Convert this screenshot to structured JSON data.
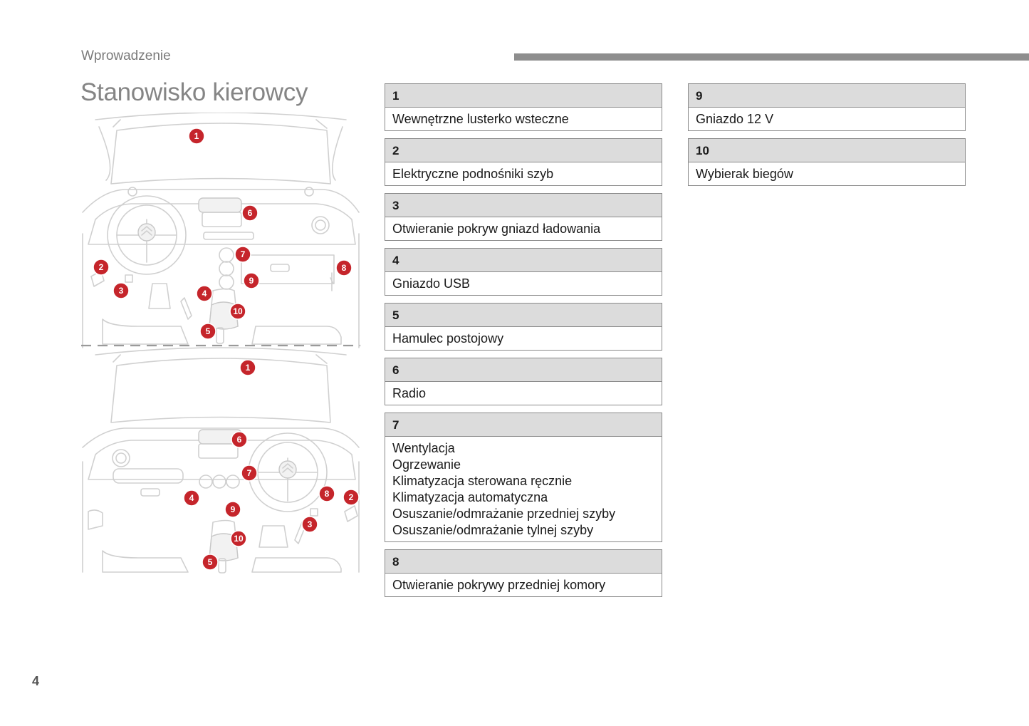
{
  "header": {
    "section": "Wprowadzenie",
    "title": "Stanowisko kierowcy"
  },
  "illustration": {
    "markers_lhd": [
      "1",
      "2",
      "3",
      "4",
      "5",
      "6",
      "7",
      "8",
      "9",
      "10"
    ],
    "markers_rhd": [
      "1",
      "2",
      "3",
      "4",
      "5",
      "6",
      "7",
      "8",
      "9",
      "10"
    ]
  },
  "items_left": [
    {
      "number": "1",
      "lines": [
        "Wewnętrzne lusterko wsteczne"
      ]
    },
    {
      "number": "2",
      "lines": [
        "Elektryczne podnośniki szyb"
      ]
    },
    {
      "number": "3",
      "lines": [
        "Otwieranie pokryw gniazd ładowania"
      ]
    },
    {
      "number": "4",
      "lines": [
        "Gniazdo USB"
      ]
    },
    {
      "number": "5",
      "lines": [
        "Hamulec postojowy"
      ]
    },
    {
      "number": "6",
      "lines": [
        "Radio"
      ]
    },
    {
      "number": "7",
      "lines": [
        "Wentylacja",
        "Ogrzewanie",
        "Klimatyzacja sterowana ręcznie",
        "Klimatyzacja automatyczna",
        "Osuszanie/odmrażanie przedniej szyby",
        "Osuszanie/odmrażanie tylnej szyby"
      ]
    },
    {
      "number": "8",
      "lines": [
        "Otwieranie pokrywy przedniej komory"
      ]
    }
  ],
  "items_right": [
    {
      "number": "9",
      "lines": [
        "Gniazdo 12 V"
      ]
    },
    {
      "number": "10",
      "lines": [
        "Wybierak biegów"
      ]
    }
  ],
  "footer": {
    "page_number": "4"
  },
  "colors": {
    "marker": "#c5252b",
    "header_bar": "#8e8e8e",
    "item_header_bg": "#dcdcdc"
  }
}
